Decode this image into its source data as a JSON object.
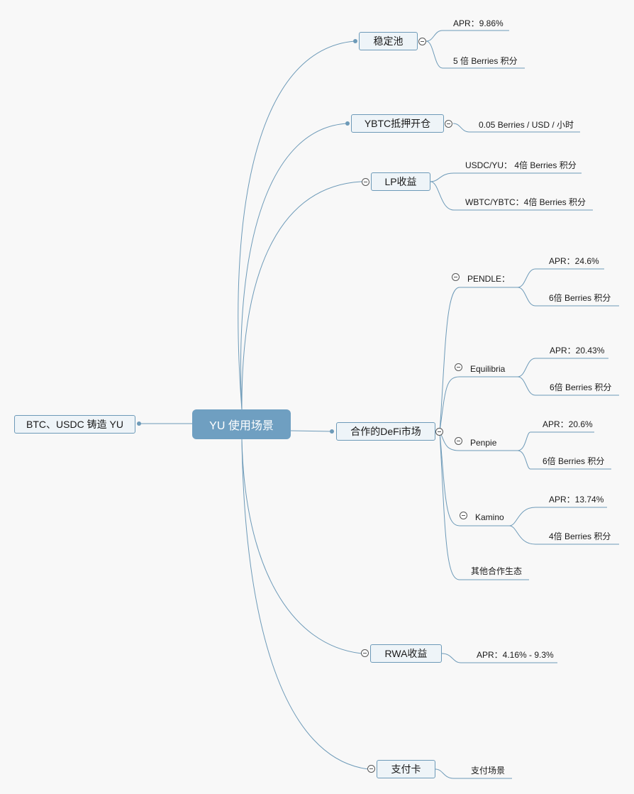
{
  "root": "YU 使用场景",
  "left_node": "BTC、USDC 铸造 YU",
  "branches": {
    "stable_pool": {
      "label": "稳定池",
      "items": [
        "APR：9.86%",
        "5 倍 Berries 积分"
      ]
    },
    "ybtc": {
      "label": "YBTC抵押开仓",
      "items": [
        "0.05 Berries / USD / 小时"
      ]
    },
    "lp": {
      "label": "LP收益",
      "items": [
        "USDC/YU：  4倍 Berries 积分",
        "WBTC/YBTC：4倍 Berries 积分"
      ]
    },
    "defi": {
      "label": "合作的DeFi市场",
      "pendle": {
        "label": "PENDLE：",
        "items": [
          "APR：24.6%",
          "6倍 Berries 积分"
        ]
      },
      "equilibria": {
        "label": "Equilibria",
        "items": [
          "APR：20.43%",
          "6倍 Berries 积分"
        ]
      },
      "penpie": {
        "label": "Penpie",
        "items": [
          "APR：20.6%",
          "6倍 Berries 积分"
        ]
      },
      "kamino": {
        "label": "Kamino",
        "items": [
          "APR：13.74%",
          "4倍 Berries 积分"
        ]
      },
      "other": "其他合作生态"
    },
    "rwa": {
      "label": "RWA收益",
      "items": [
        "APR：4.16% - 9.3%"
      ]
    },
    "card": {
      "label": "支付卡",
      "items": [
        "支付场景"
      ]
    }
  },
  "colors": {
    "line": "#6d9ab8",
    "root_fill": "#6f9fc1",
    "node_fill": "#eef4f8",
    "background": "#f8f8f8"
  }
}
